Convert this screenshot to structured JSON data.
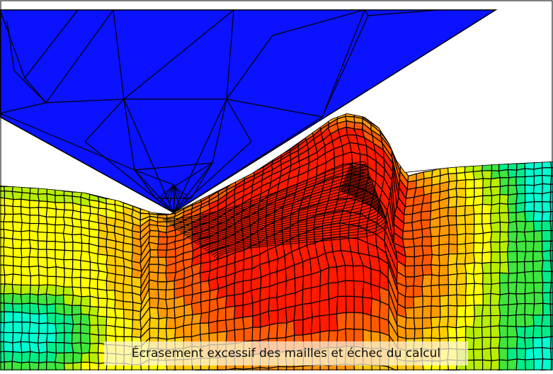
{
  "caption": "Écrasement excessif des mailles et échec du calcul",
  "colors": {
    "tool": "#0a12ff",
    "mesh_line": "#000000",
    "background": "#ffffff",
    "contour_scale": [
      "#00ffd0",
      "#00ee88",
      "#3ee63e",
      "#b8ee00",
      "#ffff00",
      "#ffcc00",
      "#ff9900",
      "#ff5a00",
      "#ff1a00"
    ]
  },
  "elements": {
    "tool": "rigid-indenter-triangular-mesh",
    "workpiece": "quadrilateral-mesh-with-contour-field"
  }
}
